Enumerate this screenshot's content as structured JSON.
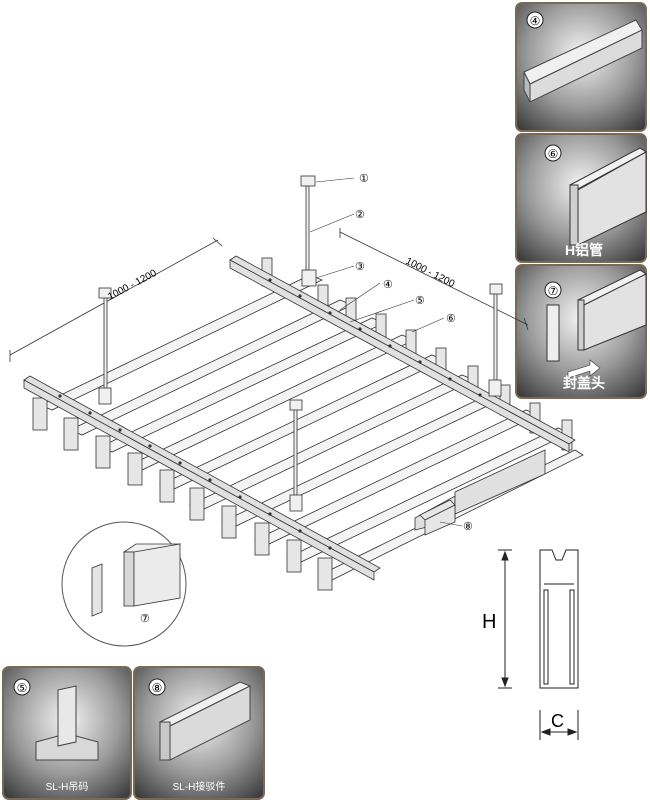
{
  "dimensions": {
    "span_left": "1000 - 1200",
    "span_right": "1000 - 1200",
    "height_label": "H",
    "width_label": "C"
  },
  "callouts": [
    "①",
    "②",
    "③",
    "④",
    "⑤",
    "⑥",
    "⑦",
    "⑧"
  ],
  "panels": {
    "p4": {
      "num": "④",
      "caption": ""
    },
    "p6": {
      "num": "⑥",
      "caption": "H铝管"
    },
    "p7": {
      "num": "⑦",
      "caption": "封盖头"
    },
    "p5": {
      "num": "⑤",
      "caption": "SL-H吊码"
    },
    "p8": {
      "num": "⑧",
      "caption": "SL-H接驳件"
    }
  },
  "detail_circle": {
    "num": "⑦"
  }
}
